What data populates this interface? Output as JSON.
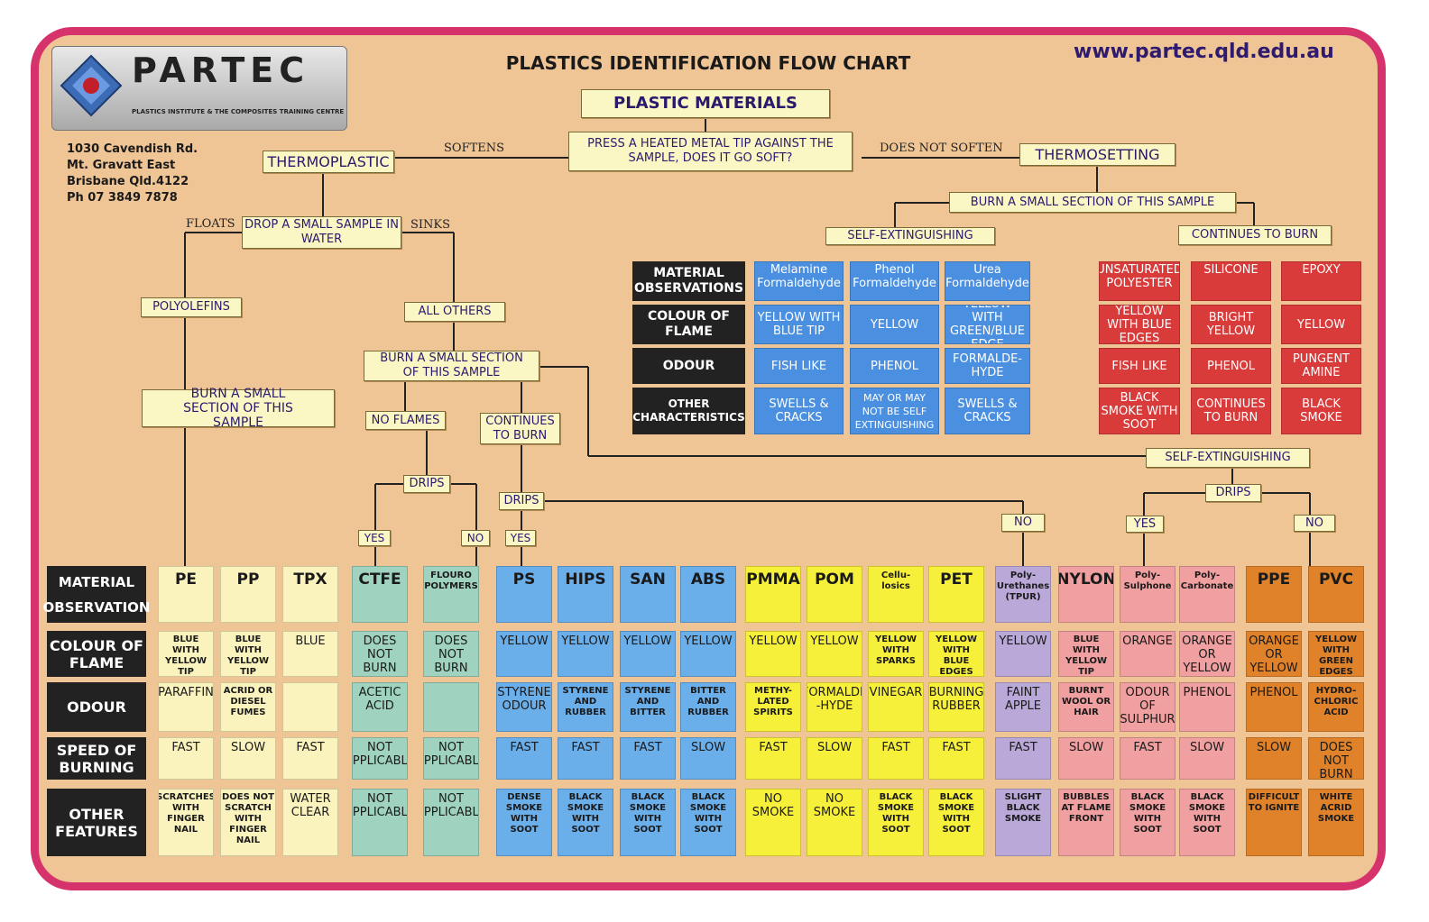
{
  "header": {
    "title": "PLASTICS IDENTIFICATION FLOW CHART",
    "url": "www.partec.qld.edu.au",
    "logo_text": "PARTEC",
    "logo_subtitle": "PLASTICS INSTITUTE & THE COMPOSITES TRAINING CENTRE",
    "address": [
      "1030 Cavendish Rd.",
      "Mt. Gravatt East",
      "Brisbane Qld.4122",
      "Ph 07 3849 7878"
    ]
  },
  "flow": {
    "root": "PLASTIC MATERIALS",
    "question": "PRESS A HEATED METAL TIP AGAINST THE SAMPLE, DOES IT GO SOFT?",
    "softens": "SOFTENS",
    "does_not_soften": "DOES NOT SOFTEN",
    "thermoplastic": "THERMOPLASTIC",
    "thermosetting": "THERMOSETTING",
    "water_test": "DROP A SMALL SAMPLE IN WATER",
    "floats": "FLOATS",
    "sinks": "SINKS",
    "polyolefins": "POLYOLEFINS",
    "all_others": "ALL OTHERS",
    "burn_poly": "BURN A SMALL SECTION OF THIS SAMPLE",
    "burn_others": "BURN A SMALL SECTION OF THIS SAMPLE",
    "no_flames": "NO FLAMES",
    "continues_to_burn": "CONTINUES TO BURN",
    "drips_left": "DRIPS",
    "yes_left": "YES",
    "no_left": "NO",
    "drips_mid": "DRIPS",
    "yes_mid": "YES",
    "no_mid": "NO",
    "self_ext_right": "SELF-EXTINGUISHING",
    "drips_right": "DRIPS",
    "yes_right": "YES",
    "no_right": "NO",
    "burn_thermoset": "BURN A SMALL SECTION OF THIS SAMPLE",
    "ts_self_ext": "SELF-EXTINGUISHING",
    "ts_continues": "CONTINUES TO BURN"
  },
  "thermoset_table": {
    "row_headers": [
      "MATERIAL OBSERVATIONS",
      "COLOUR OF FLAME",
      "ODOUR",
      "OTHER CHARACTERISTICS"
    ],
    "columns": [
      {
        "name": "Melamine Formaldehyde",
        "flame": "YELLOW WITH BLUE TIP",
        "odour": "FISH LIKE",
        "other": "SWELLS & CRACKS",
        "color": "#4a8fe0"
      },
      {
        "name": "Phenol Formaldehyde",
        "flame": "YELLOW",
        "odour": "PHENOL",
        "other": "MAY OR MAY NOT BE SELF EXTINGUISHING",
        "color": "#4a8fe0"
      },
      {
        "name": "Urea Formaldehyde",
        "flame": "YELLOW WITH GREEN/BLUE EDGE",
        "odour": "FORMALDE-HYDE",
        "other": "SWELLS & CRACKS",
        "color": "#4a8fe0"
      },
      {
        "name": "UNSATURATED POLYESTER",
        "flame": "YELLOW WITH BLUE EDGES",
        "odour": "FISH LIKE",
        "other": "BLACK SMOKE WITH SOOT",
        "color": "#d93a3a"
      },
      {
        "name": "SILICONE",
        "flame": "BRIGHT YELLOW",
        "odour": "PHENOL",
        "other": "CONTINUES TO BURN",
        "color": "#d93a3a"
      },
      {
        "name": "EPOXY",
        "flame": "YELLOW",
        "odour": "PUNGENT AMINE",
        "other": "BLACK SMOKE",
        "color": "#d93a3a"
      }
    ]
  },
  "bottom_table": {
    "row_headers": [
      "MATERIAL OBSERVATION",
      "COLOUR OF FLAME",
      "ODOUR",
      "SPEED OF BURNING",
      "OTHER FEATURES"
    ],
    "columns": [
      {
        "name": "PE",
        "flame": "BLUE WITH YELLOW TIP",
        "odour": "PARAFFIN",
        "speed": "FAST",
        "other": "SCRATCHES WITH FINGER NAIL",
        "color": "#fbf3bd"
      },
      {
        "name": "PP",
        "flame": "BLUE WITH YELLOW TIP",
        "odour": "ACRID OR DIESEL FUMES",
        "speed": "SLOW",
        "other": "DOES NOT SCRATCH WITH FINGER NAIL",
        "color": "#fbf3bd"
      },
      {
        "name": "TPX",
        "flame": "BLUE",
        "odour": "",
        "speed": "FAST",
        "other": "WATER CLEAR",
        "color": "#fbf3bd"
      },
      {
        "name": "CTFE",
        "flame": "DOES NOT BURN",
        "odour": "ACETIC ACID",
        "speed": "NOT APPLICABLE",
        "other": "NOT APPLICABLE",
        "color": "#9fd3c0"
      },
      {
        "name": "FLOURO POLYMERS",
        "flame": "DOES NOT BURN",
        "odour": "",
        "speed": "NOT APPLICABLE",
        "other": "NOT APPLICABLE",
        "color": "#9fd3c0"
      },
      {
        "name": "PS",
        "flame": "YELLOW",
        "odour": "STYRENE ODOUR",
        "speed": "FAST",
        "other": "DENSE SMOKE WITH SOOT",
        "color": "#6aaeea"
      },
      {
        "name": "HIPS",
        "flame": "YELLOW",
        "odour": "STYRENE AND RUBBER",
        "speed": "FAST",
        "other": "BLACK SMOKE WITH SOOT",
        "color": "#6aaeea"
      },
      {
        "name": "SAN",
        "flame": "YELLOW",
        "odour": "STYRENE AND BITTER",
        "speed": "FAST",
        "other": "BLACK SMOKE WITH SOOT",
        "color": "#6aaeea"
      },
      {
        "name": "ABS",
        "flame": "YELLOW",
        "odour": "BITTER AND RUBBER",
        "speed": "SLOW",
        "other": "BLACK SMOKE WITH SOOT",
        "color": "#6aaeea"
      },
      {
        "name": "PMMA",
        "flame": "YELLOW",
        "odour": "METHY-LATED SPIRITS",
        "speed": "FAST",
        "other": "NO SMOKE",
        "color": "#f7f03a"
      },
      {
        "name": "POM",
        "flame": "YELLOW",
        "odour": "FORMALDE -HYDE",
        "speed": "SLOW",
        "other": "NO SMOKE",
        "color": "#f7f03a"
      },
      {
        "name": "Cellu-losics",
        "flame": "YELLOW WITH SPARKS",
        "odour": "VINEGAR",
        "speed": "FAST",
        "other": "BLACK SMOKE WITH SOOT",
        "color": "#f7f03a"
      },
      {
        "name": "PET",
        "flame": "YELLOW WITH BLUE EDGES",
        "odour": "BURNING RUBBER",
        "speed": "FAST",
        "other": "BLACK SMOKE WITH SOOT",
        "color": "#f7f03a"
      },
      {
        "name": "Poly-Urethanes (TPUR)",
        "flame": "YELLOW",
        "odour": "FAINT APPLE",
        "speed": "FAST",
        "other": "SLIGHT BLACK SMOKE",
        "color": "#b9a8d8"
      },
      {
        "name": "NYLON",
        "flame": "BLUE WITH YELLOW TIP",
        "odour": "BURNT WOOL OR HAIR",
        "speed": "SLOW",
        "other": "BUBBLES AT FLAME FRONT",
        "color": "#f0a0a0"
      },
      {
        "name": "Poly-Sulphone",
        "flame": "ORANGE",
        "odour": "ODOUR OF SULPHUR",
        "speed": "FAST",
        "other": "BLACK SMOKE WITH SOOT",
        "color": "#f0a0a0"
      },
      {
        "name": "Poly-Carbonate",
        "flame": "ORANGE OR YELLOW",
        "odour": "PHENOL",
        "speed": "SLOW",
        "other": "BLACK SMOKE WITH SOOT",
        "color": "#f0a0a0"
      },
      {
        "name": "PPE",
        "flame": "ORANGE OR YELLOW",
        "odour": "PHENOL",
        "speed": "SLOW",
        "other": "DIFFICULT TO IGNITE",
        "color": "#e0822a"
      },
      {
        "name": "PVC",
        "flame": "YELLOW WITH GREEN EDGES",
        "odour": "HYDRO-CHLORIC ACID",
        "speed": "DOES NOT BURN",
        "other": "WHITE ACRID SMOKE",
        "color": "#e0822a"
      }
    ]
  }
}
